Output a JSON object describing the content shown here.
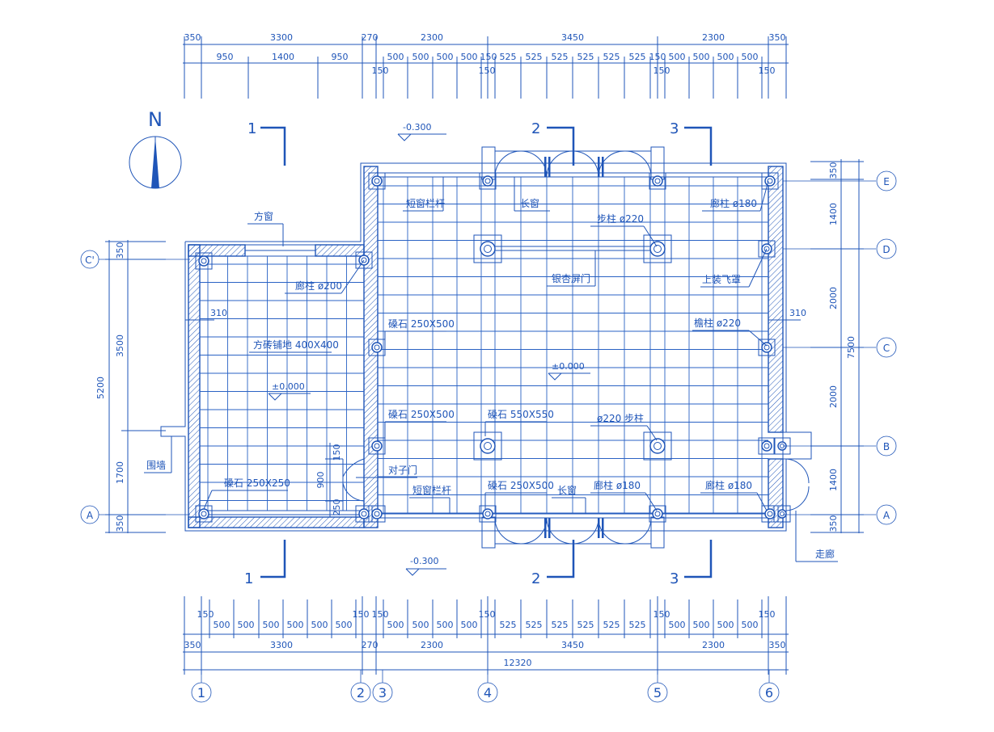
{
  "north": {
    "letter": "N"
  },
  "dims": {
    "top_row1": [
      "350",
      "3300",
      "270",
      "2300",
      "3450",
      "2300",
      "350"
    ],
    "top_row2": [
      "950",
      "1400",
      "950",
      "500",
      "500",
      "500",
      "500",
      "150",
      "525",
      "525",
      "525",
      "525",
      "525",
      "525",
      "150",
      "500",
      "500",
      "500",
      "500"
    ],
    "top_row3": [
      "150",
      "150",
      "150",
      "150"
    ],
    "bottom_row1": [
      "150",
      "500",
      "500",
      "500",
      "500",
      "500",
      "500",
      "150",
      "150",
      "500",
      "500",
      "500",
      "500",
      "150",
      "525",
      "525",
      "525",
      "525",
      "525",
      "525",
      "150",
      "500",
      "500",
      "500",
      "500",
      "150"
    ],
    "bottom_row2": [
      "350",
      "3300",
      "270",
      "2300",
      "3450",
      "2300",
      "350"
    ],
    "total": "12320",
    "left_outer": "5200",
    "left_inner": [
      "350",
      "3500",
      "1700",
      "350"
    ],
    "left_310": "310",
    "right_inner": [
      "350",
      "1400",
      "2000",
      "2000",
      "1400",
      "350"
    ],
    "right_outer": "7500",
    "right_310": "310",
    "door_dims": [
      "150",
      "900",
      "250"
    ]
  },
  "axes": {
    "cols": [
      "1",
      "2",
      "3",
      "4",
      "5",
      "6"
    ],
    "rows": [
      "E",
      "D",
      "C",
      "B",
      "A"
    ],
    "left_rows": [
      "C'",
      "A"
    ]
  },
  "sections": [
    "1",
    "2",
    "3"
  ],
  "levels": {
    "outer_top": "-0.300",
    "outer_bottom": "-0.300",
    "inner_main": "±0.000",
    "inner_side": "±0.000"
  },
  "labels": {
    "fang_chuang": "方窗",
    "lang_zhu_200": "廊柱 ø200",
    "fang_zhuan": "方砖铺地 400X400",
    "duan_chuang_top": "短窗栏杆",
    "chang_chuang_top": "长窗",
    "lang_zhu_180_top": "廊柱 ø180",
    "bu_zhu_220_top": "步柱 ø220",
    "yin_xing_ping_men": "银杏屏门",
    "shang_zhuang_fei_zhao": "上装飞罩",
    "yan_zhu_220": "檐柱 ø220",
    "sang_shi_250x500_a": "磉石 250X500",
    "sang_shi_250x500_b": "磉石 250X500",
    "sang_shi_550x550": "磉石 550X550",
    "bu_zhu_220_bottom": "ø220 步柱",
    "wei_qiang": "围墙",
    "dui_zi_men": "对子门",
    "sang_shi_250x250": "磉石 250X250",
    "duan_chuang_bottom": "短窗栏杆",
    "sang_shi_250x500_c": "磉石 250X500",
    "chang_chuang_bottom": "长窗",
    "lang_zhu_180_b1": "廊柱 ø180",
    "lang_zhu_180_b2": "廊柱 ø180",
    "zou_lang": "走廊"
  }
}
